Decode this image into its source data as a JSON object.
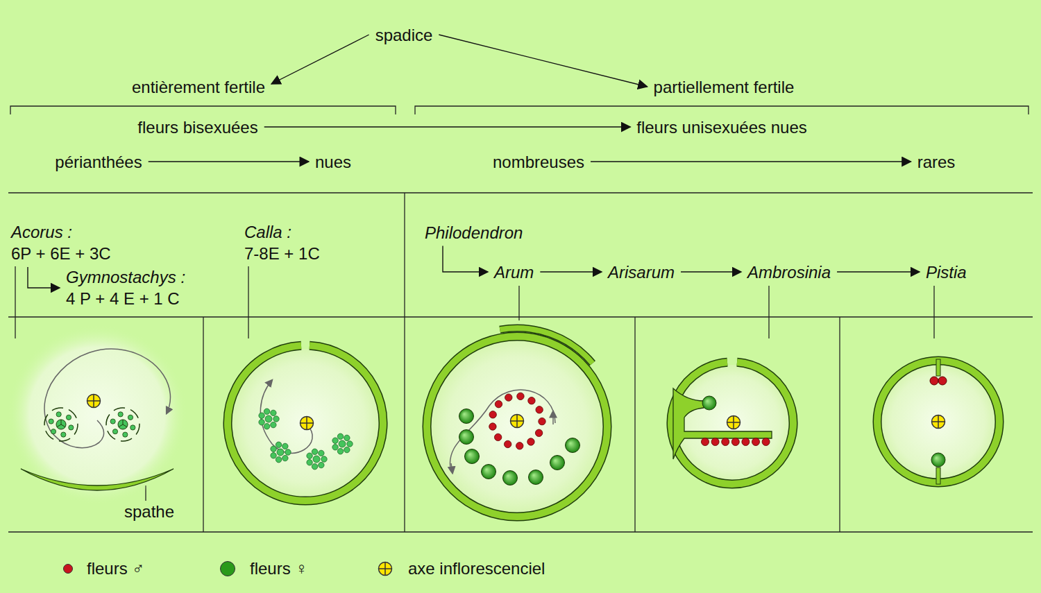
{
  "diagram": {
    "nodes": [
      {
        "text": [
          "spadice"
        ]
      },
      {
        "text": [
          "entièrement fertile"
        ]
      },
      {
        "text": [
          "partiellement fertile"
        ]
      },
      {
        "text": [
          "fleurs bisexuées"
        ]
      },
      {
        "text": [
          "fleurs unisexuées nues"
        ]
      },
      {
        "text": [
          "périanthées"
        ]
      },
      {
        "text": [
          "nues"
        ]
      },
      {
        "text": [
          "nombreuses"
        ]
      },
      {
        "text": [
          "rares"
        ]
      },
      {
        "text": [
          "Acorus :",
          "6P + 6E + 3C"
        ]
      },
      {
        "text": [
          "Gymnostachys :",
          "4 P + 4 E + 1 C"
        ]
      },
      {
        "text": [
          "Calla :",
          "7-8E + 1C"
        ]
      },
      {
        "text": [
          "Philodendron"
        ]
      },
      {
        "text": [
          "Arum"
        ]
      },
      {
        "text": [
          "Arisarum"
        ]
      },
      {
        "text": [
          "Ambrosinia"
        ]
      },
      {
        "text": [
          "Pistia"
        ]
      }
    ],
    "edges": [
      {
        "from": 0,
        "to": 1,
        "arrow": "to"
      },
      {
        "from": 0,
        "to": 2,
        "arrow": "to"
      },
      {
        "from": 3,
        "to": 4,
        "arrow": "to"
      },
      {
        "from": 5,
        "to": 6,
        "arrow": "to"
      },
      {
        "from": 7,
        "to": 8,
        "arrow": "to"
      },
      {
        "from": 9,
        "to": 10,
        "arrow": "to"
      },
      {
        "from": 12,
        "to": 13,
        "arrow": "to"
      },
      {
        "from": 13,
        "to": 14,
        "arrow": "to"
      },
      {
        "from": 14,
        "to": 15,
        "arrow": "to"
      },
      {
        "from": 15,
        "to": 16,
        "arrow": "to"
      }
    ],
    "labels": [
      "spathe"
    ],
    "legend": [
      {
        "text": "fleurs ♂",
        "color": "#c8141e"
      },
      {
        "text": "fleurs ♀",
        "color": "#2a9a1a"
      },
      {
        "text": "axe inflorescenciel"
      }
    ]
  }
}
